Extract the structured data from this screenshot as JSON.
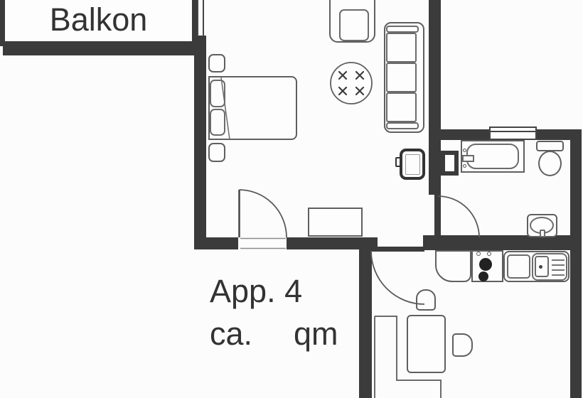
{
  "page": {
    "type": "apartment-floor-plan"
  },
  "labels": {
    "balcony": "Balkon",
    "apartment": "App. 4",
    "area_prefix": "ca.",
    "area_unit": "qm"
  },
  "colors": {
    "wall": "#3b3b3b",
    "furniture_outline": "#5f5f5f",
    "background": "#fcfcfc",
    "text": "#333333",
    "burner_fill": "#222222"
  },
  "icons": [
    "bed",
    "pillow",
    "nightstand",
    "armchair",
    "round-dining-table",
    "sofa",
    "tv",
    "sideboard",
    "door-swing",
    "balcony-door-window",
    "bathroom-window",
    "bathtub",
    "faucet",
    "toilet",
    "wash-basin",
    "installation-shaft",
    "kitchen-corner-unit",
    "stove",
    "kitchen-sink",
    "desk",
    "chair",
    "counter"
  ]
}
